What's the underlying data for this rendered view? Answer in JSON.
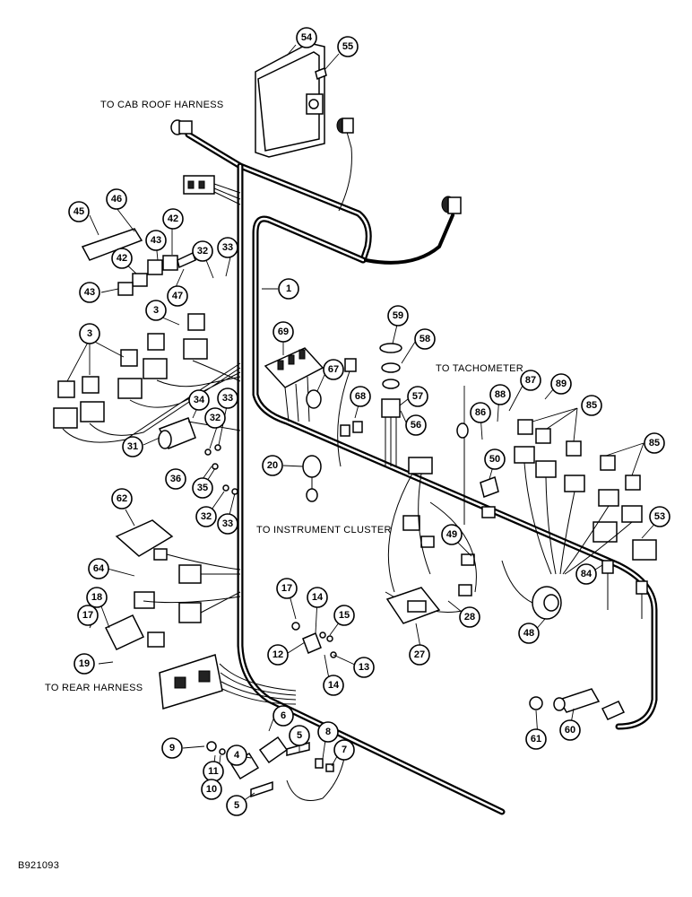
{
  "labels": {
    "cab_roof": "TO CAB ROOF HARNESS",
    "tachometer": "TO TACHOMETER",
    "instrument_cluster": "TO INSTRUMENT CLUSTER",
    "rear_harness": "TO REAR HARNESS",
    "figure_id": "B921093"
  },
  "callouts": [
    "54",
    "55",
    "1",
    "45",
    "46",
    "42",
    "43",
    "42",
    "47",
    "43",
    "32",
    "33",
    "3",
    "3",
    "69",
    "59",
    "58",
    "67",
    "57",
    "68",
    "56",
    "87",
    "89",
    "86",
    "88",
    "85",
    "85",
    "34",
    "33",
    "32",
    "31",
    "36",
    "35",
    "32",
    "33",
    "20",
    "50",
    "62",
    "53",
    "49",
    "64",
    "84",
    "18",
    "28",
    "17",
    "17",
    "14",
    "15",
    "12",
    "13",
    "14",
    "27",
    "48",
    "19",
    "6",
    "4",
    "5",
    "8",
    "7",
    "9",
    "11",
    "10",
    "5",
    "61",
    "60"
  ]
}
